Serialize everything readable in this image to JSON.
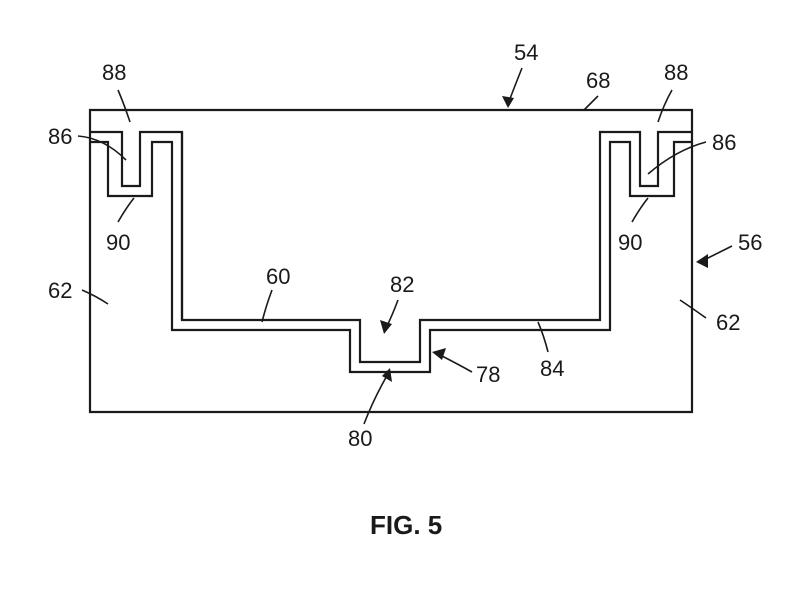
{
  "figure": {
    "caption": "FIG. 5",
    "reference_numerals": {
      "n54": "54",
      "n68": "68",
      "n88_left": "88",
      "n88_right": "88",
      "n86_left": "86",
      "n86_right": "86",
      "n90_left": "90",
      "n90_right": "90",
      "n56": "56",
      "n62_left": "62",
      "n62_right": "62",
      "n60": "60",
      "n82": "82",
      "n84": "84",
      "n78": "78",
      "n80": "80"
    }
  }
}
